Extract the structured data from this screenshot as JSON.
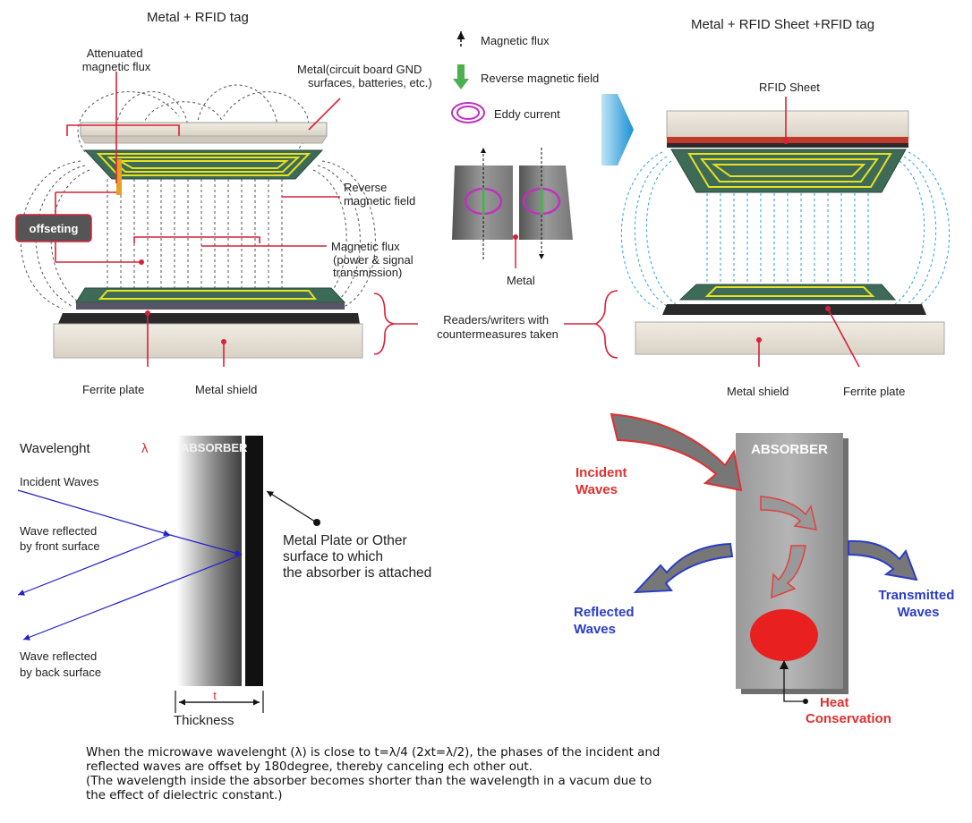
{
  "top_left": {
    "title": "Metal + RFID tag",
    "labels": {
      "attenuated": [
        "Attenuated",
        "magnetic flux"
      ],
      "metal": [
        "Metal(circuit board GND",
        "surfaces, batteries, etc.)"
      ],
      "reverse_field": [
        "Reverse",
        "magnetic field"
      ],
      "offseting": "offseting",
      "magnetic_flux": [
        "Magnetic flux",
        "(power & signal",
        "transmission)"
      ],
      "ferrite_plate": "Ferrite plate",
      "metal_shield": "Metal shield"
    }
  },
  "legend": {
    "magnetic_flux": "Magnetic flux",
    "reverse_field": "Reverse magnetic field",
    "eddy_current": "Eddy current",
    "metal": "Metal",
    "readers": [
      "Readers/writers with",
      "countermeasures taken"
    ]
  },
  "top_right": {
    "title": "Metal + RFID Sheet +RFID tag",
    "labels": {
      "rfid_sheet": "RFID Sheet",
      "metal_shield": "Metal shield",
      "ferrite_plate": "Ferrite plate"
    }
  },
  "bottom_left": {
    "wavelength": "Wavelenght",
    "lambda": "λ",
    "absorber": "ABSORBER",
    "incident": "Incident Waves",
    "reflected_front": [
      "Wave reflected",
      "by front surface"
    ],
    "reflected_back": [
      "Wave reflected",
      "by back surface"
    ],
    "metal_plate": [
      "Metal Plate or Other",
      "surface to which",
      "the absorber is attached"
    ],
    "t": "t",
    "thickness": "Thickness"
  },
  "bottom_right": {
    "absorber": "ABSORBER",
    "incident": [
      "Incident",
      "Waves"
    ],
    "reflected": [
      "Reflected",
      "Waves"
    ],
    "transmitted": [
      "Transmitted",
      "Waves"
    ],
    "heat": [
      "Heat",
      "Conservation"
    ]
  },
  "caption": [
    "When the microwave wavelenght (λ) is close to t=λ/4 (2xt=λ/2), the phases of the incident and",
    "reflected waves are offset by 180degree,  thereby canceling ech other out.",
    "(The wavelength inside the absorber becomes  shorter than the wavelength in a vacum due to",
    "the effect of dielectric constant.)"
  ],
  "colors": {
    "red_leader": "#d8203a",
    "ferrite_green": "#3d6b57",
    "coil_yellow": "#e8e020",
    "flux_blue": "#2aa0d8",
    "wave_blue": "#2020cc",
    "heat_red": "#e82020",
    "reflect_text": "#2a3cc8",
    "incident_text": "#e03030"
  }
}
